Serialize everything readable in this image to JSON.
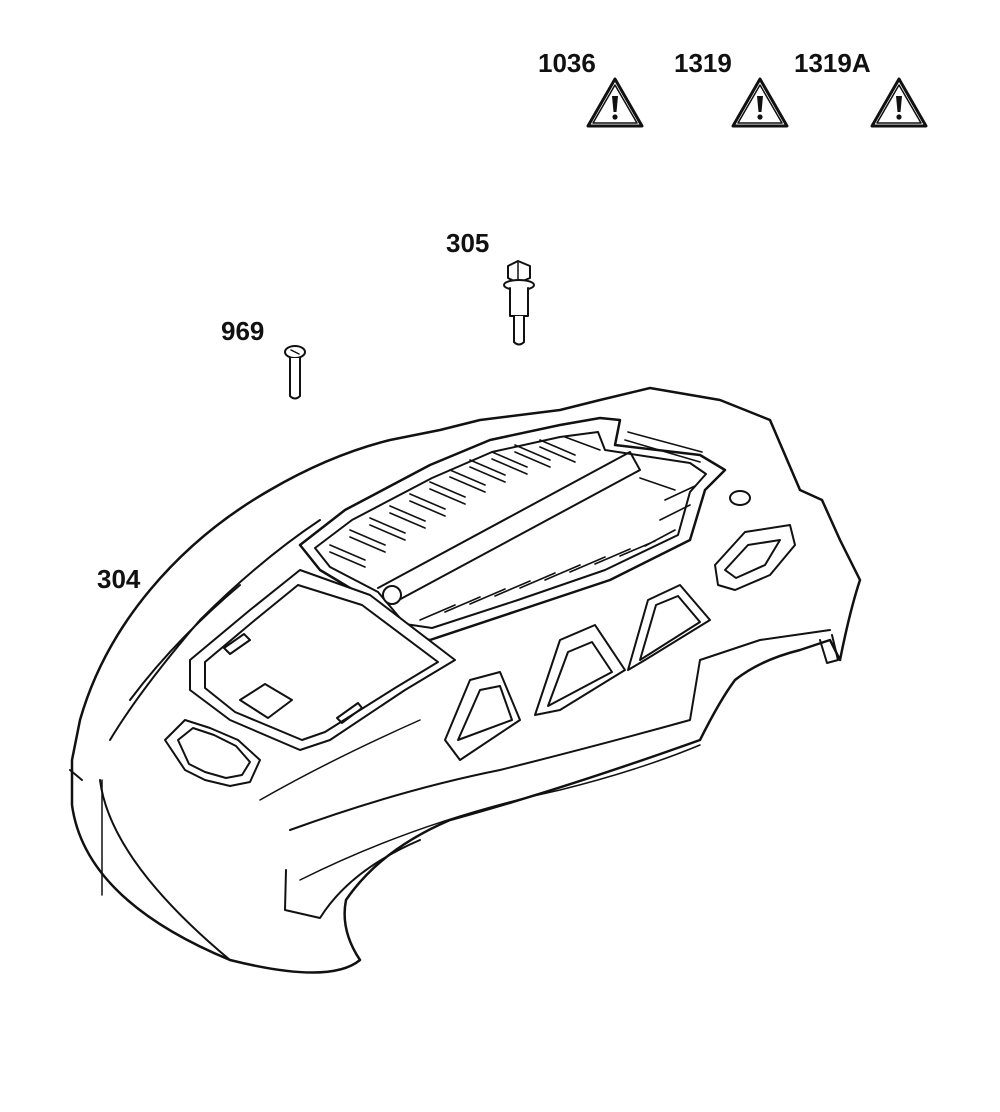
{
  "callouts": {
    "warning_1": "1036",
    "warning_2": "1319",
    "warning_3": "1319A",
    "bolt_flange": "305",
    "screw_button": "969",
    "engine_cover": "304"
  },
  "icons": {
    "warning": "warning-triangle-icon"
  },
  "colors": {
    "line": "#111111",
    "background": "#ffffff"
  }
}
